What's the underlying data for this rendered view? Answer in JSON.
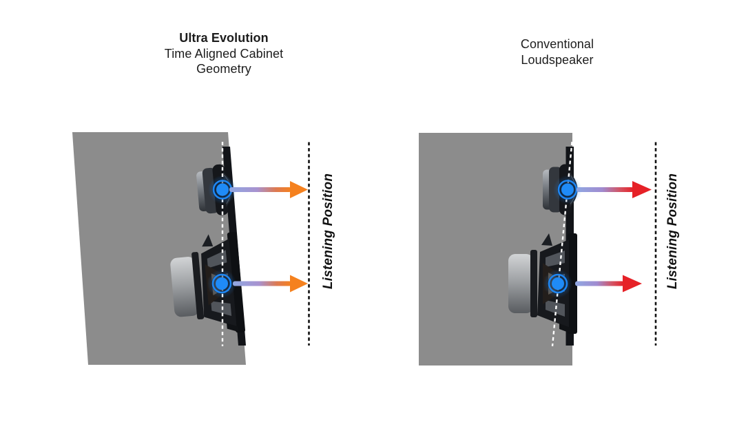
{
  "left_panel": {
    "title": {
      "heading": "Ultra Evolution",
      "line2": "Time Aligned Cabinet",
      "line3": "Geometry"
    },
    "listening_position_label": "Listening Position",
    "arrow": {
      "start_color": "#8fa7e2",
      "end_color": "#f5811e"
    },
    "drivers": [
      "tweeter",
      "woofer"
    ]
  },
  "right_panel": {
    "title": {
      "line1": "Conventional",
      "line2": "Loudspeaker"
    },
    "listening_position_label": "Listening Position",
    "arrow": {
      "start_color": "#8fa7e2",
      "end_color": "#e62127"
    },
    "drivers": [
      "tweeter",
      "woofer"
    ]
  },
  "colors": {
    "background": "#ffffff",
    "cabinet_gray": "#8c8c8c",
    "acoustic_center_blue": "#1e86f2",
    "alignment_line_white": "#ffffff",
    "listening_line_black": "#111111",
    "title_text": "#1c1c1c"
  }
}
